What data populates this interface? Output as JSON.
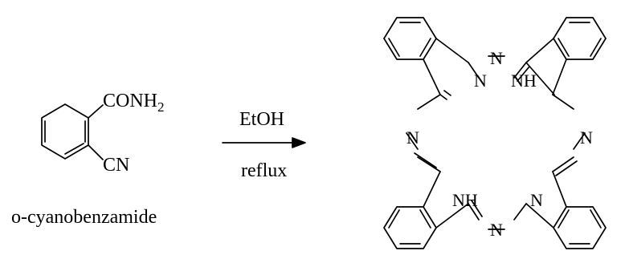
{
  "reactant": {
    "substituent_top": "CONH",
    "substituent_top_sub": "2",
    "substituent_bottom": "CN",
    "name": "o-cyanobenzamide"
  },
  "conditions": {
    "solvent": "EtOH",
    "condition": "reflux"
  },
  "product": {
    "atoms": {
      "n_meso_top": "N",
      "n_meso_left": "N",
      "n_meso_right": "N",
      "n_meso_bottom": "N",
      "n_inner_tl": "N",
      "n_inner_tr": "NH",
      "n_inner_bl": "NH",
      "n_inner_br": "N"
    }
  },
  "colors": {
    "ink": "#000000",
    "background": "#ffffff"
  }
}
